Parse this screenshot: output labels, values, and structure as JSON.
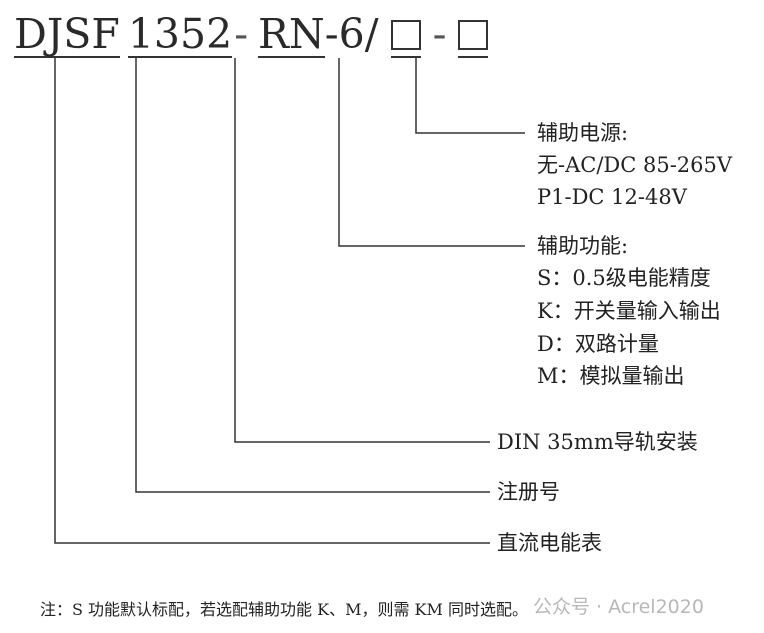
{
  "model": {
    "segments": [
      "DJSF",
      "1352",
      "-",
      "RN",
      "-6/",
      "-"
    ],
    "placeholder_symbol": "□"
  },
  "labels": {
    "aux_power": {
      "title": "辅助电源:",
      "options": [
        "无-AC/DC 85-265V",
        "P1-DC 12-48V"
      ]
    },
    "aux_function": {
      "title": "辅助功能:",
      "options": [
        "S：0.5级电能精度",
        "K：开关量输入输出",
        "D：双路计量",
        "M：模拟量输出"
      ]
    },
    "mounting": "DIN 35mm导轨安装",
    "registration": "注册号",
    "product": "直流电能表"
  },
  "note": "注：S 功能默认标配，若选配辅助功能 K、M，则需 KM 同时选配。",
  "watermark": "公众号 · Acrel2020",
  "colors": {
    "line": "#333333",
    "text": "#222222"
  }
}
